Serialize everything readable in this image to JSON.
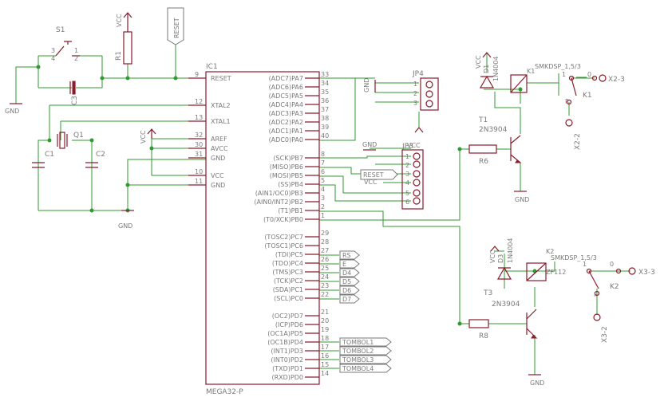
{
  "ic1": {
    "name": "IC1",
    "part": "MEGA32-P",
    "left_pins": [
      {
        "num": "9",
        "label": "RESET"
      },
      {
        "num": "12",
        "label": "XTAL2"
      },
      {
        "num": "13",
        "label": "XTAL1"
      },
      {
        "num": "32",
        "label": "AREF"
      },
      {
        "num": "30",
        "label": "AVCC"
      },
      {
        "num": "31",
        "label": "GND"
      },
      {
        "num": "10",
        "label": "VCC"
      },
      {
        "num": "11",
        "label": "GND"
      }
    ],
    "right_pins": [
      {
        "num": "33",
        "label": "(ADC7)PA7"
      },
      {
        "num": "34",
        "label": "(ADC6)PA6"
      },
      {
        "num": "35",
        "label": "(ADC5)PA5"
      },
      {
        "num": "36",
        "label": "(ADC4)PA4"
      },
      {
        "num": "37",
        "label": "(ADC3)PA3"
      },
      {
        "num": "38",
        "label": "(ADC2)PA2"
      },
      {
        "num": "39",
        "label": "(ADC1)PA1"
      },
      {
        "num": "40",
        "label": "(ADC0)PA0"
      },
      {
        "num": "8",
        "label": "(SCK)PB7"
      },
      {
        "num": "7",
        "label": "(MISO)PB6"
      },
      {
        "num": "6",
        "label": "(MOSI)PB5"
      },
      {
        "num": "5",
        "label": "(SS)PB4"
      },
      {
        "num": "4",
        "label": "(AIN1/OC0)PB3"
      },
      {
        "num": "3",
        "label": "(AIN0/INT2)PB2"
      },
      {
        "num": "2",
        "label": "(T1)PB1"
      },
      {
        "num": "1",
        "label": "(T0/XCK)PB0"
      },
      {
        "num": "29",
        "label": "(TOSC2)PC7"
      },
      {
        "num": "28",
        "label": "(TOSC1)PC6"
      },
      {
        "num": "27",
        "label": "(TDI)PC5"
      },
      {
        "num": "26",
        "label": "(TDO)PC4"
      },
      {
        "num": "25",
        "label": "(TMS)PC3"
      },
      {
        "num": "24",
        "label": "(TCK)PC2"
      },
      {
        "num": "23",
        "label": "(SDA)PC1"
      },
      {
        "num": "22",
        "label": "(SCL)PC0"
      },
      {
        "num": "21",
        "label": "(OC2)PD7"
      },
      {
        "num": "20",
        "label": "(ICP)PD6"
      },
      {
        "num": "19",
        "label": "(OC1A)PD5"
      },
      {
        "num": "18",
        "label": "(OC1B)PD4"
      },
      {
        "num": "17",
        "label": "(INT1)PD3"
      },
      {
        "num": "16",
        "label": "(INT0)PD2"
      },
      {
        "num": "15",
        "label": "(TXD)PD1"
      },
      {
        "num": "14",
        "label": "(RXD)PD0"
      }
    ]
  },
  "power": {
    "vcc": "VCC",
    "gnd": "GND"
  },
  "nets": {
    "reset": "RESET",
    "vcc_short": "VCC",
    "port_c": [
      "RS",
      "E",
      "D4",
      "D5",
      "D6",
      "D7"
    ],
    "port_d": [
      "TOMBOL1",
      "TOMBOL2",
      "TOMBOL3",
      "TOMBOL4"
    ]
  },
  "components": {
    "s1": "S1",
    "r1": "R1",
    "c3": "C3",
    "q1": "Q1",
    "c1": "C1",
    "c2": "C2",
    "jp4": "JP4",
    "isp": "JP3",
    "r6": "R6",
    "r8": "R8",
    "t1": "T1",
    "t1_part": "2N3904",
    "t3": "T3",
    "t3_part": "2N3904",
    "d1": "D1",
    "d3": "D3",
    "d1_part": "1N4004",
    "k1": "K1",
    "k1_coil": "K1",
    "k2": "K2",
    "k2_coil": "ZF112",
    "relay_part": "SMKDSP_1,5/3"
  },
  "terminals": {
    "x2_3": "X2-3",
    "x2_2": "X2-2",
    "x3_3": "X3-3",
    "x3_2": "X3-2"
  }
}
